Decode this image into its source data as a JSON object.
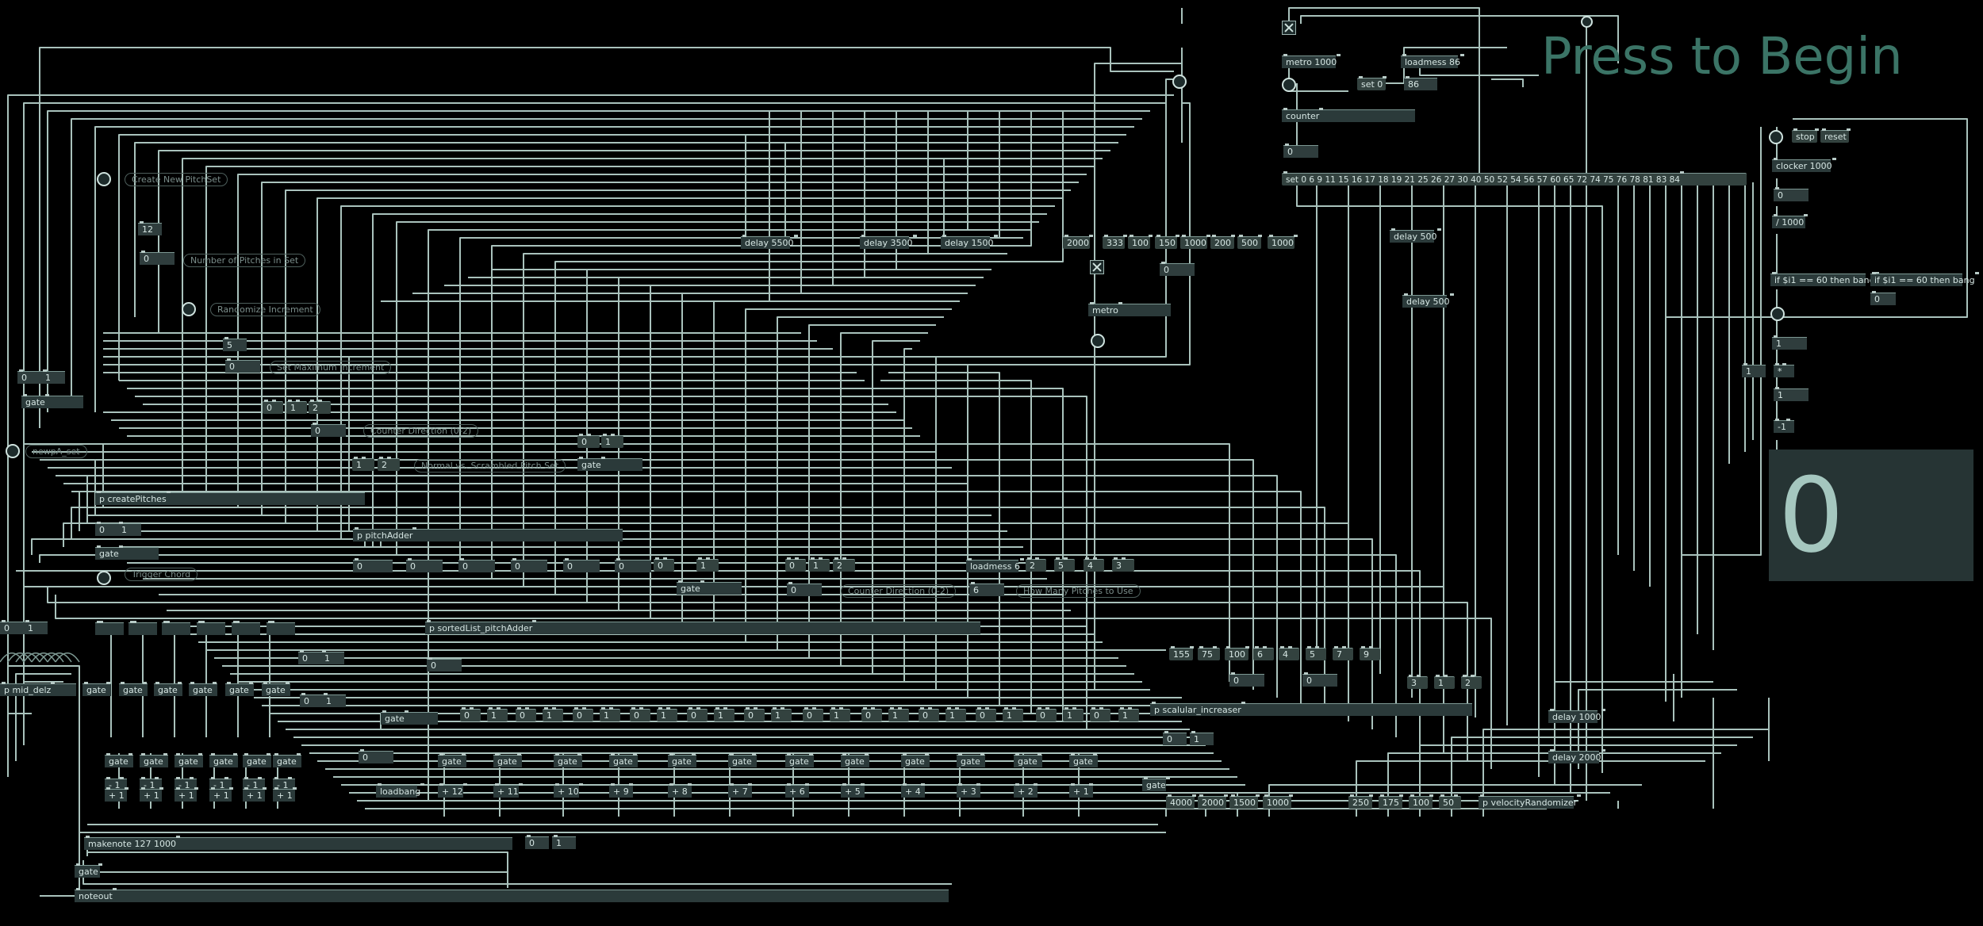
{
  "header": {
    "title": "Press to Begin"
  },
  "display": {
    "value": "0"
  },
  "top": {
    "metro": "metro 1000",
    "loadmess": "loadmess 86",
    "set0": "set 0",
    "num86": "86",
    "counter": "counter",
    "num0": "0",
    "set_list": "set 0 6 9 11 15 16 17 18 19 21 25 26 27 30 40 50 52 54 56 57 60 65 72 74 75 76 78 81 83 84"
  },
  "clock": {
    "stop": "stop",
    "reset": "reset",
    "clocker": "clocker 1000",
    "num0": "0",
    "div": "/ 1000",
    "if1": "if $i1 == 60 then bang",
    "if2": "if $i1 == 60 then bang",
    "num0b": "0",
    "n1": "1",
    "n1b": "1",
    "n1c": "1",
    "times": "*",
    "neg1": "-1"
  },
  "delays": {
    "d5500": "delay 5500",
    "d3500": "delay 3500",
    "d1500": "delay 1500",
    "d500a": "delay 500",
    "d500b": "delay 500",
    "values": [
      "2000",
      "333",
      "100",
      "150",
      "1000",
      "200",
      "500",
      "1000"
    ],
    "metro": "metro",
    "num0": "0"
  },
  "left": {
    "comments": {
      "create": "Create New PitchSet",
      "numpitches": "Number of Pitches in Set",
      "randomize": "Randomize Increment",
      "maxinc": "Set Maximum Increment",
      "counterdir": "Counter Direction (0-2)",
      "normal": "Normal vs. Scrambled Pitch Set",
      "trigger": "Trigger Chord",
      "newpa": "newpA_set"
    },
    "num12": "12",
    "num0": "0",
    "num5": "5",
    "num0b": "0",
    "gate": "gate",
    "msg0": "0",
    "msg1": "1",
    "msg2": "2",
    "num0c": "0",
    "createPitches": "p createPitches",
    "pitchAdder": "p pitchAdder",
    "mid_delz": "p mid_delz",
    "loadbang": "loadbang",
    "makenote": "makenote 127 1000",
    "noteout": "noteout"
  },
  "middle": {
    "counterdir": "Counter Direction (0-2)",
    "howmany": "How Many Pitches to Use",
    "loadmess6": "loadmess 6",
    "num6": "6",
    "vals": [
      "2",
      "5",
      "4",
      "3"
    ],
    "sortedList": "p sortedList_pitchAdder",
    "adders": [
      "+ 12",
      "+ 11",
      "+ 10",
      "+ 9",
      "+ 8",
      "+ 7",
      "+ 6",
      "+ 5",
      "+ 4",
      "+ 3",
      "+ 2",
      "+ 1"
    ],
    "minus": [
      "- 1",
      "- 1",
      "- 1",
      "- 1",
      "- 1",
      "- 1"
    ]
  },
  "right": {
    "row1": [
      "155",
      "75",
      "100",
      "6",
      "4",
      "5",
      "7",
      "9"
    ],
    "scalular": "p scalular_increaser",
    "msg3": "3",
    "msg1": "1",
    "msg2": "2",
    "delay1000": "delay 1000",
    "delay2000": "delay 2000",
    "row2": [
      "4000",
      "2000",
      "1500",
      "1000"
    ],
    "row3": [
      "250",
      "175",
      "100",
      "50"
    ],
    "velocity": "p velocityRandomizer"
  }
}
